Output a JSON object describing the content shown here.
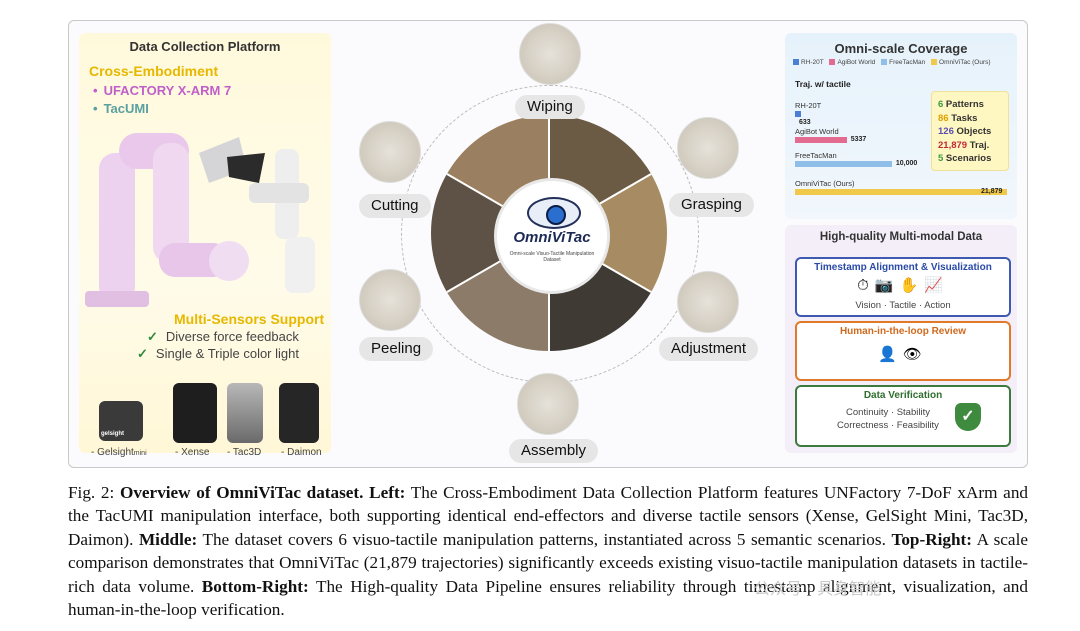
{
  "left": {
    "title": "Data Collection Platform",
    "cross_title": "Cross-Embodiment",
    "items": [
      {
        "label": "UFACTORY X-ARM 7",
        "color": "#c05fc8"
      },
      {
        "label": "TacUMI",
        "color": "#5aa0a0"
      }
    ],
    "sensors_title": "Multi-Sensors Support",
    "checks": [
      "Diverse force feedback",
      "Single & Triple color light"
    ],
    "sensor_labels": [
      "- Gelsight",
      "mini",
      "- Xense",
      "- Tac3D",
      "- Daimon"
    ],
    "gelsight_logo": "gelsight"
  },
  "middle": {
    "logo": "OmniViTac",
    "tagline": "Omni-scale Visuo-Tactile Manipulation Dataset",
    "patterns": [
      "Wiping",
      "Grasping",
      "Adjustment",
      "Assembly",
      "Peeling",
      "Cutting"
    ]
  },
  "coverage": {
    "title": "Omni-scale Coverage",
    "legend": [
      {
        "name": "RH-20T",
        "color": "#4a7fd4"
      },
      {
        "name": "AgiBot World",
        "color": "#e36b8f"
      },
      {
        "name": "FreeTacMan",
        "color": "#8fbfe8"
      },
      {
        "name": "OmniViTac (Ours)",
        "color": "#f0c94a"
      }
    ],
    "traj_label": "Traj. w/ tactile",
    "bars": [
      {
        "name": "RH-20T",
        "value": 633,
        "value_label": "633",
        "color": "#4a7fd4"
      },
      {
        "name": "AgiBot World",
        "value": 5337,
        "value_label": "5337",
        "color": "#e36b8f"
      },
      {
        "name": "FreeTacMan",
        "value": 10000,
        "value_label": "10,000",
        "color": "#8fbfe8"
      },
      {
        "name": "OmniViTac (Ours)",
        "value": 21879,
        "value_label": "21,879",
        "color": "#f0c94a"
      }
    ],
    "stats": [
      {
        "num": "6",
        "label": " Patterns",
        "color": "#3a9a4a"
      },
      {
        "num": "86",
        "label": " Tasks",
        "color": "#e0a000"
      },
      {
        "num": "126",
        "label": " Objects",
        "color": "#5a4fb0"
      },
      {
        "num": "21,879",
        "label": " Traj.",
        "color": "#c0283a"
      },
      {
        "num": "5",
        "label": " Scenarios",
        "color": "#3a9a4a"
      }
    ]
  },
  "quality": {
    "title": "High-quality Multi-modal Data",
    "ts_title": "Timestamp Alignment & Visualization",
    "ts_sub": "Vision · Tactile · Action",
    "hil_title": "Human-in-the-loop Review",
    "ver_title": "Data Verification",
    "ver_line1": "Continuity · Stability",
    "ver_line2": "Correctness · Feasibility"
  },
  "caption": {
    "fig": "Fig. 2: ",
    "bold1": "Overview of OmniViTac dataset. Left:",
    "text1": " The Cross-Embodiment Data Collection Platform features UNFactory 7-DoF xArm and the TacUMI manipulation interface, both supporting identical end-effectors and diverse tactile sensors (Xense, GelSight Mini, Tac3D, Daimon). ",
    "bold2": "Middle:",
    "text2": " The dataset covers 6 visuo-tactile manipulation patterns, instantiated across 5 semantic scenarios. ",
    "bold3": "Top-Right:",
    "text3": " A scale comparison demonstrates that OmniViTac (21,879 trajectories) significantly exceeds existing visuo-tactile manipulation datasets in tactile-rich data volume. ",
    "bold4": "Bottom-Right:",
    "text4": " The High-quality Data Pipeline ensures reliability through timestamp alignment, visualization, and human-in-the-loop verification."
  },
  "watermark": "公众号 · 具身智能"
}
